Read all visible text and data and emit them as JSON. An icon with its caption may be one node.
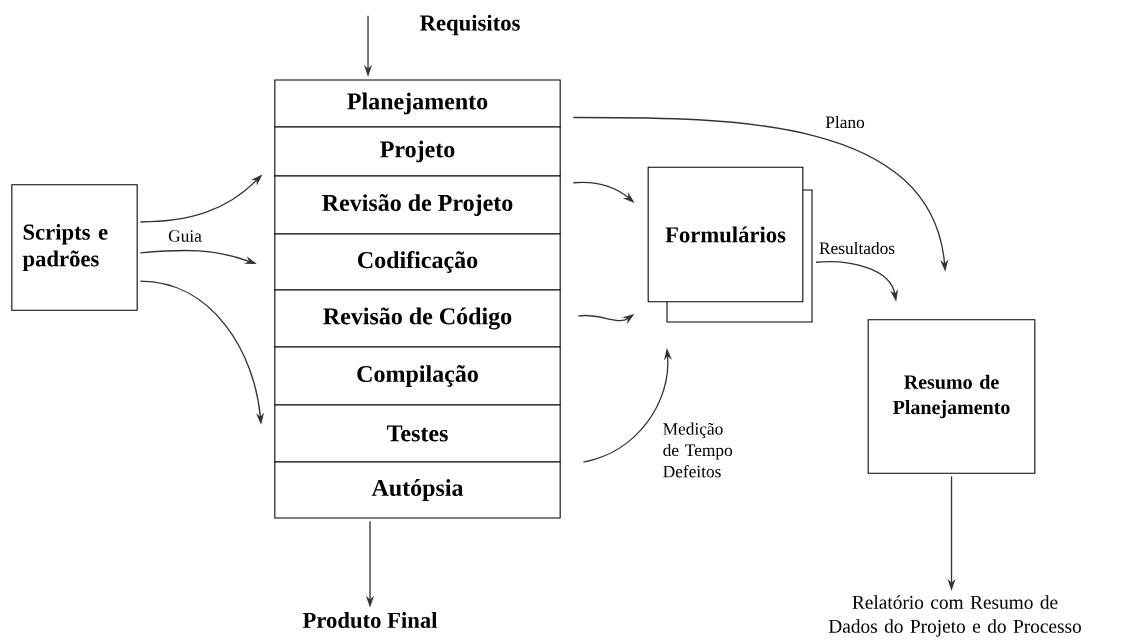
{
  "diagram": {
    "nodes": [
      {
        "text": [
          "Requisitos"
        ]
      },
      {
        "text": [
          "Planejamento"
        ]
      },
      {
        "text": [
          "Projeto"
        ]
      },
      {
        "text": [
          "Revisão de Projeto"
        ]
      },
      {
        "text": [
          "Codificação"
        ]
      },
      {
        "text": [
          "Revisão de Código"
        ]
      },
      {
        "text": [
          "Compilação"
        ]
      },
      {
        "text": [
          "Testes"
        ]
      },
      {
        "text": [
          "Autópsia"
        ]
      },
      {
        "text": [
          "Scripts e padrões"
        ]
      },
      {
        "text": [
          "Formulários"
        ]
      },
      {
        "text": [
          "Resumo de Planejamento"
        ]
      },
      {
        "text": [
          "Produto Final"
        ]
      },
      {
        "text": [
          "Relatório com Resumo de Dados do Projeto e do Processo"
        ]
      }
    ],
    "edges": [
      {
        "from": 0,
        "to": 1,
        "arrow": "to"
      },
      {
        "from": 9,
        "to": 2,
        "arrow": "to",
        "label": "Guia"
      },
      {
        "from": 9,
        "to": 4,
        "arrow": "to"
      },
      {
        "from": 9,
        "to": 7,
        "arrow": "to"
      },
      {
        "from": 3,
        "to": 10,
        "arrow": "to"
      },
      {
        "from": 5,
        "to": 10,
        "arrow": "to"
      },
      {
        "from": 7,
        "to": 10,
        "arrow": "to",
        "label": "Medição de Tempo Defeitos"
      },
      {
        "from": 1,
        "to": 11,
        "arrow": "to",
        "label": "Plano"
      },
      {
        "from": 10,
        "to": 11,
        "arrow": "to",
        "label": "Resultados"
      },
      {
        "from": 8,
        "to": 12,
        "arrow": "to"
      },
      {
        "from": 11,
        "to": 13,
        "arrow": "to"
      }
    ]
  }
}
